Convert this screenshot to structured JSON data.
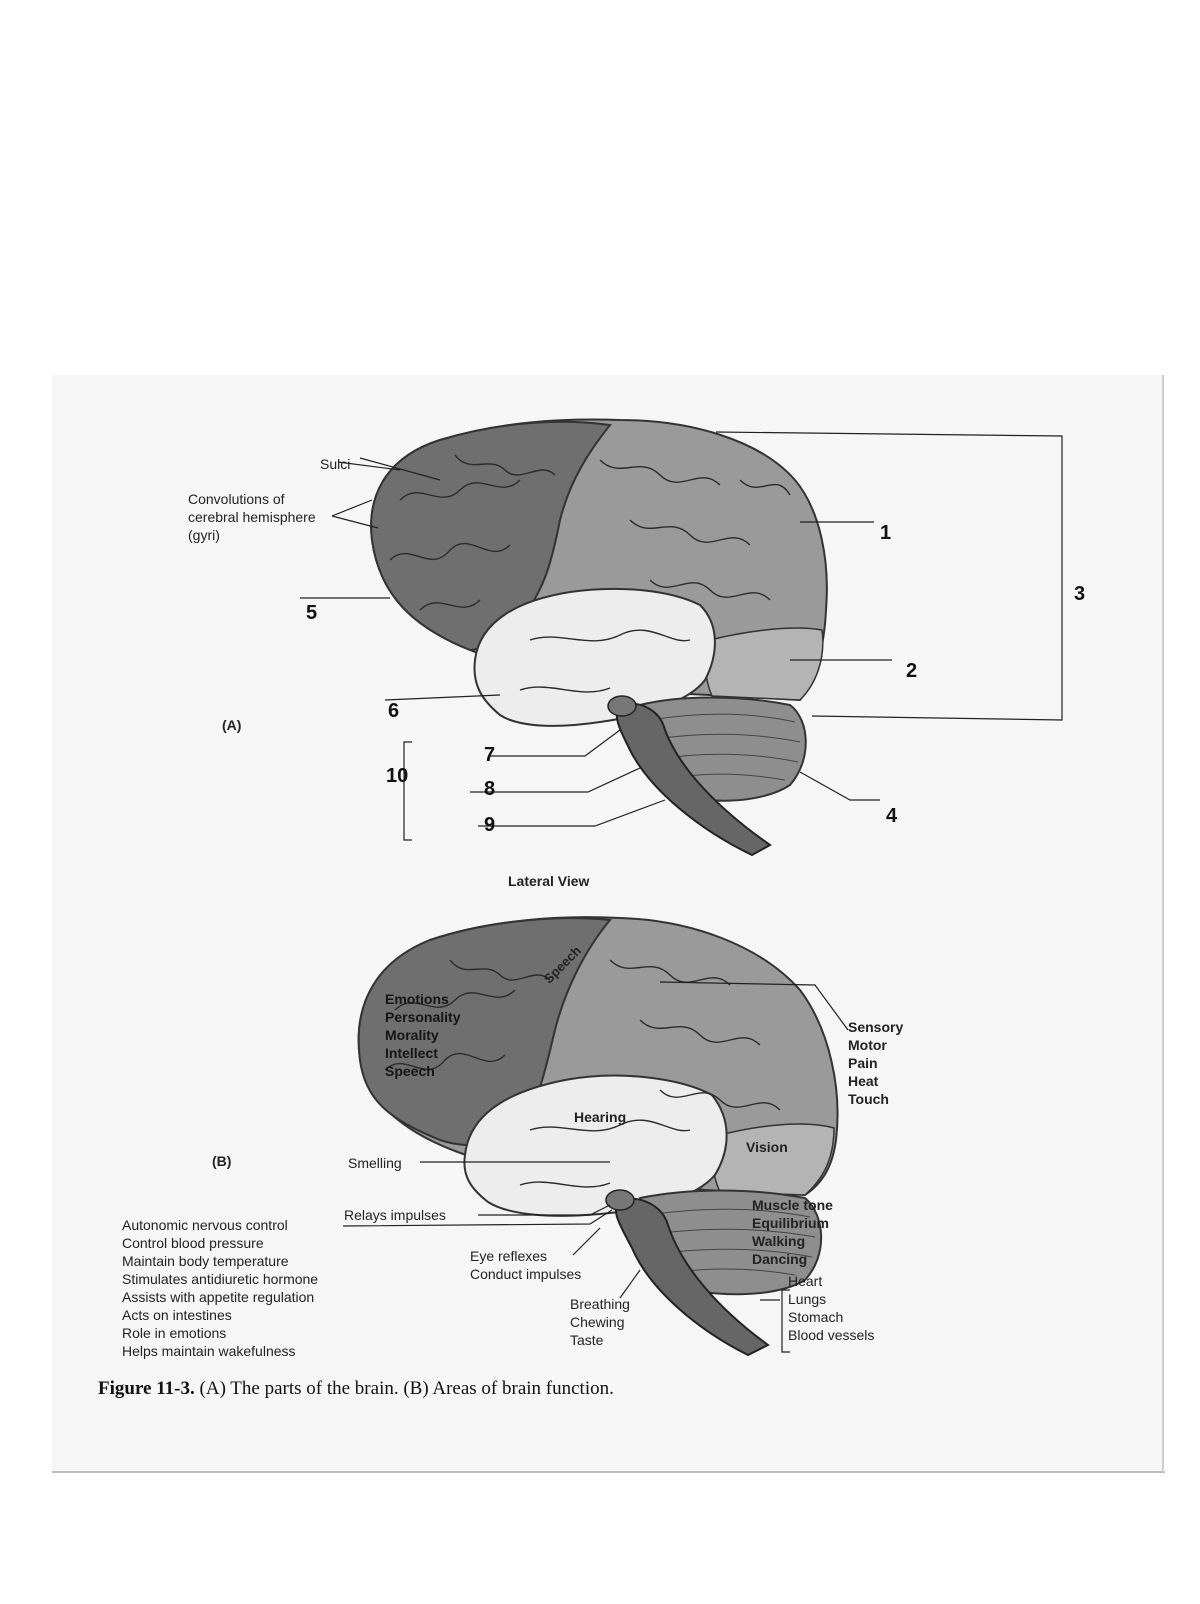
{
  "header_fragment": "",
  "panel_a": {
    "tag": "(A)",
    "sulci": "Sulci",
    "gyri": [
      "Convolutions of",
      "cerebral hemisphere",
      "(gyri)"
    ],
    "numbers": [
      "1",
      "2",
      "3",
      "4",
      "5",
      "6",
      "7",
      "8",
      "9",
      "10"
    ],
    "view_label": "Lateral View"
  },
  "panel_b": {
    "tag": "(B)",
    "speech_diag": "Speech",
    "frontal": [
      "Emotions",
      "Personality",
      "Morality",
      "Intellect",
      "Speech"
    ],
    "parietal": [
      "Sensory",
      "Motor",
      "Pain",
      "Heat",
      "Touch"
    ],
    "hearing": "Hearing",
    "vision": "Vision",
    "smelling": "Smelling",
    "relays": "Relays impulses",
    "midbrain": [
      "Eye reflexes",
      "Conduct impulses"
    ],
    "cerebellum": [
      "Muscle tone",
      "Equilibrium",
      "Walking",
      "Dancing"
    ],
    "medulla_organs": [
      "Heart",
      "Lungs",
      "Stomach",
      "Blood vessels"
    ],
    "pons": [
      "Breathing",
      "Chewing",
      "Taste"
    ],
    "hypothalamus": [
      "Autonomic nervous control",
      "Control blood pressure",
      "Maintain body temperature",
      "Stimulates antidiuretic hormone",
      "Assists with appetite regulation",
      "Acts on intestines",
      "Role in emotions",
      "Helps maintain wakefulness"
    ]
  },
  "caption": {
    "figure": "Figure 11-3.",
    "text": "(A) The parts of the brain. (B) Areas of brain function."
  },
  "colors": {
    "frontal": "#7a7a7a",
    "parietal": "#a0a0a0",
    "temporal": "#ececec",
    "occipital": "#b8b8b8",
    "cerebellum": "#909090",
    "brainstem": "#6a6a6a"
  }
}
